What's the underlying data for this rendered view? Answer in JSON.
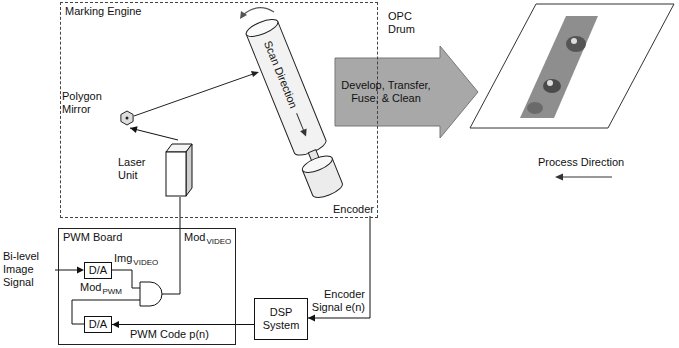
{
  "diagram": {
    "nodes": [
      {
        "text": [
          "Marking Engine"
        ]
      },
      {
        "text": [
          "Polygon Mirror"
        ],
        "in": 0
      },
      {
        "text": [
          "Laser Unit"
        ],
        "in": 0
      },
      {
        "text": [
          "Encoder"
        ],
        "in": 0
      },
      {
        "text": [
          "PWM Board"
        ]
      },
      {
        "text": [
          "D/A"
        ],
        "in": 4
      },
      {
        "text": [
          "D/A"
        ],
        "in": 4
      },
      {
        "text": [
          "DSP System"
        ]
      }
    ],
    "edges": [
      {
        "from": 2,
        "to": 1,
        "arrow": "to"
      },
      {
        "from": 3,
        "to": 7,
        "label": "Encoder Signal e(n)",
        "arrow": "to"
      },
      {
        "from": 7,
        "to": 6,
        "label": "PWM Code p(n)",
        "arrow": "to"
      }
    ],
    "labels": [
      "OPC Drum",
      "Scan Direction",
      "Develop, Transfer, Fuse, & Clean",
      "Process Direction",
      "Bi-level Image Signal",
      "Img",
      "VIDEO",
      "Mod",
      "VIDEO",
      "Mod",
      "PWM"
    ]
  }
}
